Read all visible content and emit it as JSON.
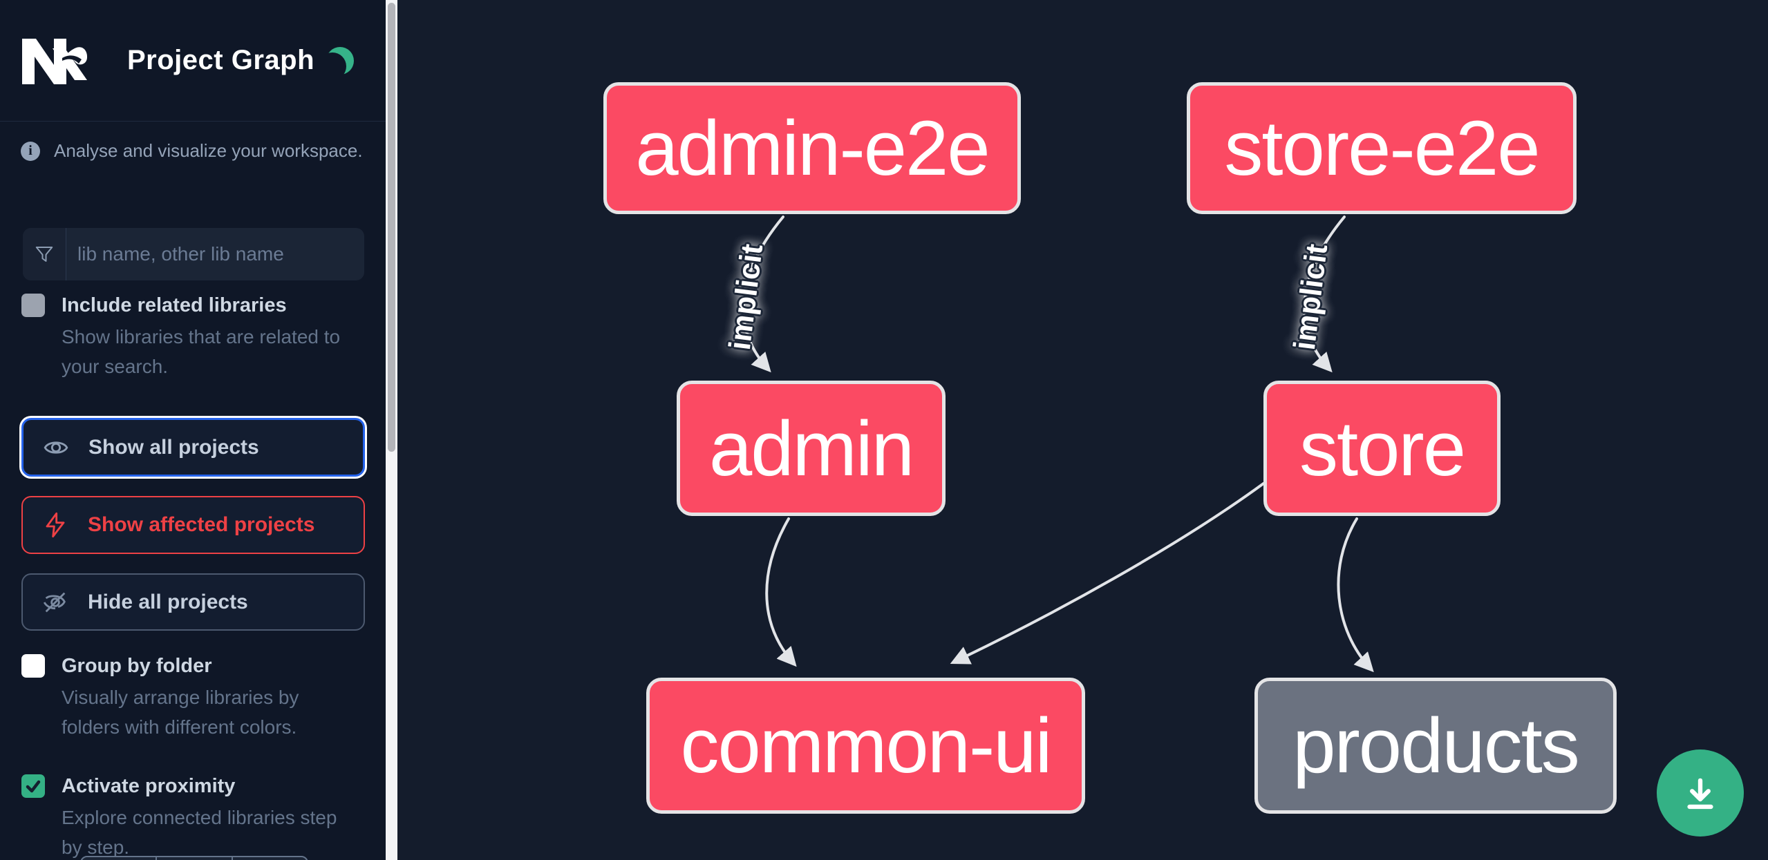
{
  "app": {
    "title": "Project Graph"
  },
  "sidebar": {
    "tagline": "Analyse and visualize your workspace.",
    "search": {
      "placeholder": "lib name, other lib name",
      "value": ""
    },
    "toggles": [
      {
        "label": "Include related libraries",
        "description": "Show libraries that are related to your search.",
        "checked": false
      },
      {
        "label": "Group by folder",
        "description": "Visually arrange libraries by folders with different colors.",
        "checked": false
      },
      {
        "label": "Activate proximity",
        "description": "Explore connected libraries step by step.",
        "checked": true
      }
    ],
    "actions": [
      {
        "label": "Show all projects",
        "icon": "eye-icon",
        "state": "focused"
      },
      {
        "label": "Show affected projects",
        "icon": "bolt-icon",
        "state": "affected"
      },
      {
        "label": "Hide all projects",
        "icon": "eye-off-icon",
        "state": "default"
      }
    ]
  },
  "graph": {
    "nodes": [
      {
        "label": "admin-e2e",
        "type": "affected"
      },
      {
        "label": "store-e2e",
        "type": "affected"
      },
      {
        "label": "admin",
        "type": "affected"
      },
      {
        "label": "store",
        "type": "affected"
      },
      {
        "label": "common-ui",
        "type": "affected"
      },
      {
        "label": "products",
        "type": "unaffected"
      }
    ],
    "edges": [
      {
        "source": "admin-e2e",
        "target": "admin",
        "label": "implicit"
      },
      {
        "source": "store-e2e",
        "target": "store",
        "label": "implicit"
      },
      {
        "source": "admin",
        "target": "common-ui",
        "label": ""
      },
      {
        "source": "store",
        "target": "common-ui",
        "label": ""
      },
      {
        "source": "store",
        "target": "products",
        "label": ""
      }
    ]
  },
  "fab": {
    "icon": "download-icon"
  },
  "colors": {
    "accent_green": "#34b185",
    "affected_pink": "#fb4a63",
    "unaffected_gray": "#6b7280",
    "focus_blue": "#2563eb",
    "affected_red": "#ee4145",
    "node_border": "#e4e4e6",
    "edge": "#e2e4e8",
    "sidebar_bg": "#0f1727",
    "canvas_bg": "#141c2c"
  }
}
